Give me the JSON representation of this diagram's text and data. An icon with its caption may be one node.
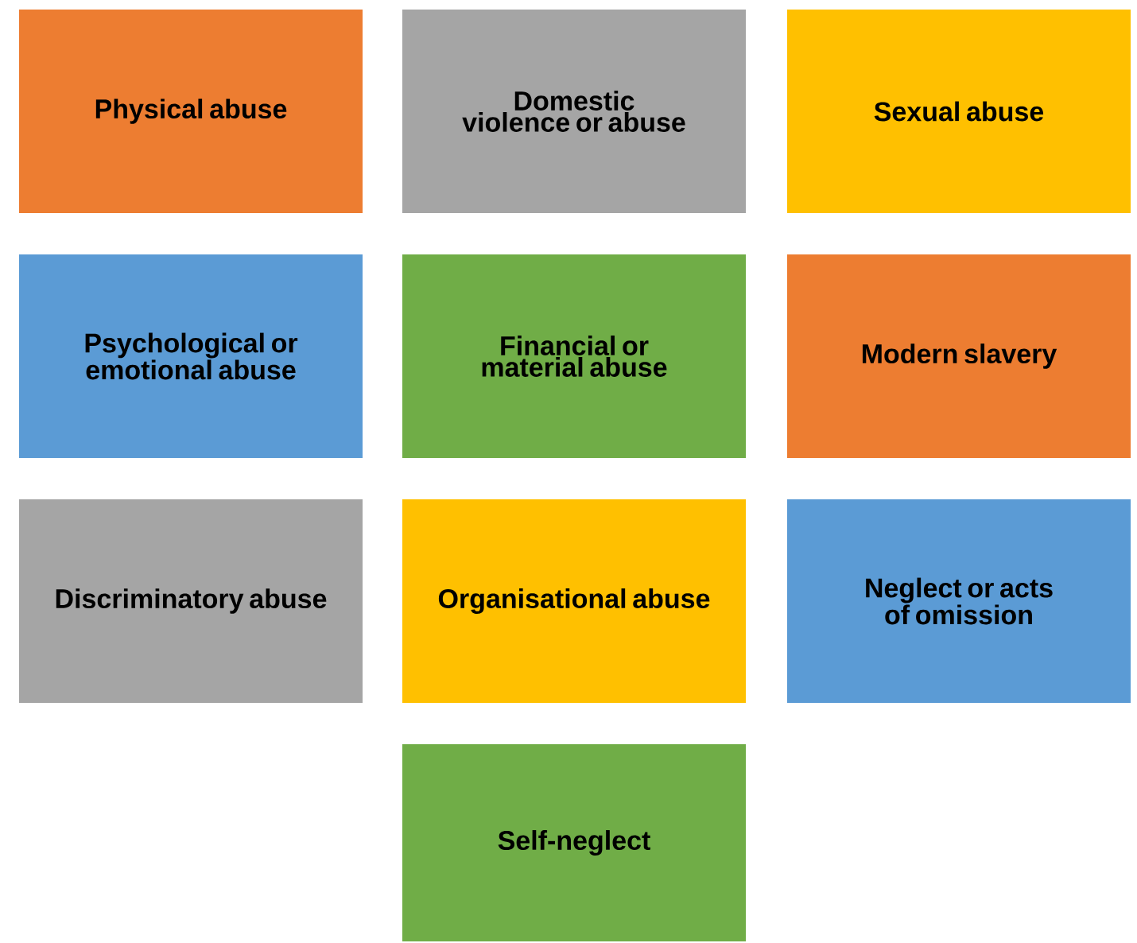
{
  "diagram": {
    "nodes": [
      {
        "text": [
          "Physical abuse"
        ]
      },
      {
        "text": [
          "Domestic violence or abuse"
        ]
      },
      {
        "text": [
          "Sexual abuse"
        ]
      },
      {
        "text": [
          "Psychological or emotional abuse"
        ]
      },
      {
        "text": [
          "Financial or material abuse"
        ]
      },
      {
        "text": [
          "Modern slavery"
        ]
      },
      {
        "text": [
          "Discriminatory abuse"
        ]
      },
      {
        "text": [
          "Organisational abuse"
        ]
      },
      {
        "text": [
          "Neglect or acts of omission"
        ]
      },
      {
        "text": [
          "Self-neglect"
        ]
      }
    ]
  }
}
